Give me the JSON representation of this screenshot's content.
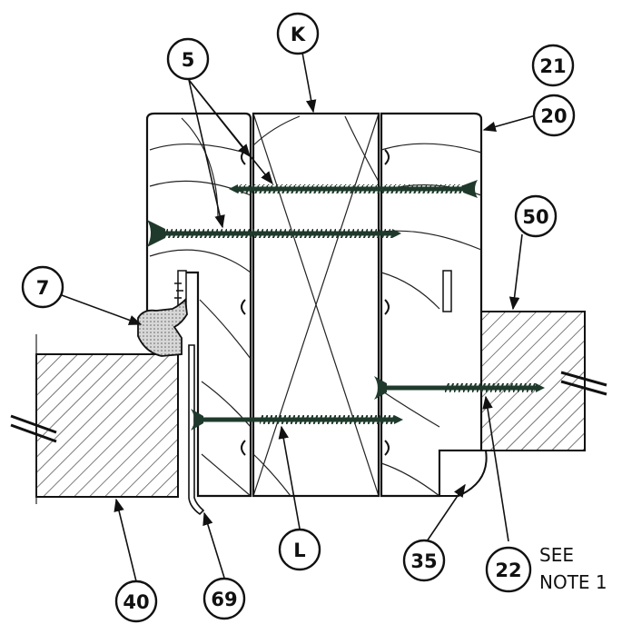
{
  "callouts": {
    "k": "K",
    "l": "L",
    "c5": "5",
    "c7": "7",
    "c20": "20",
    "c21": "21",
    "c22": "22",
    "c35": "35",
    "c40": "40",
    "c50": "50",
    "c69": "69"
  },
  "note": {
    "line1": "SEE",
    "line2": "NOTE 1"
  },
  "colors": {
    "screw": "#1f3a2c",
    "gasket": "#c8c8c8",
    "outline": "#111111"
  }
}
